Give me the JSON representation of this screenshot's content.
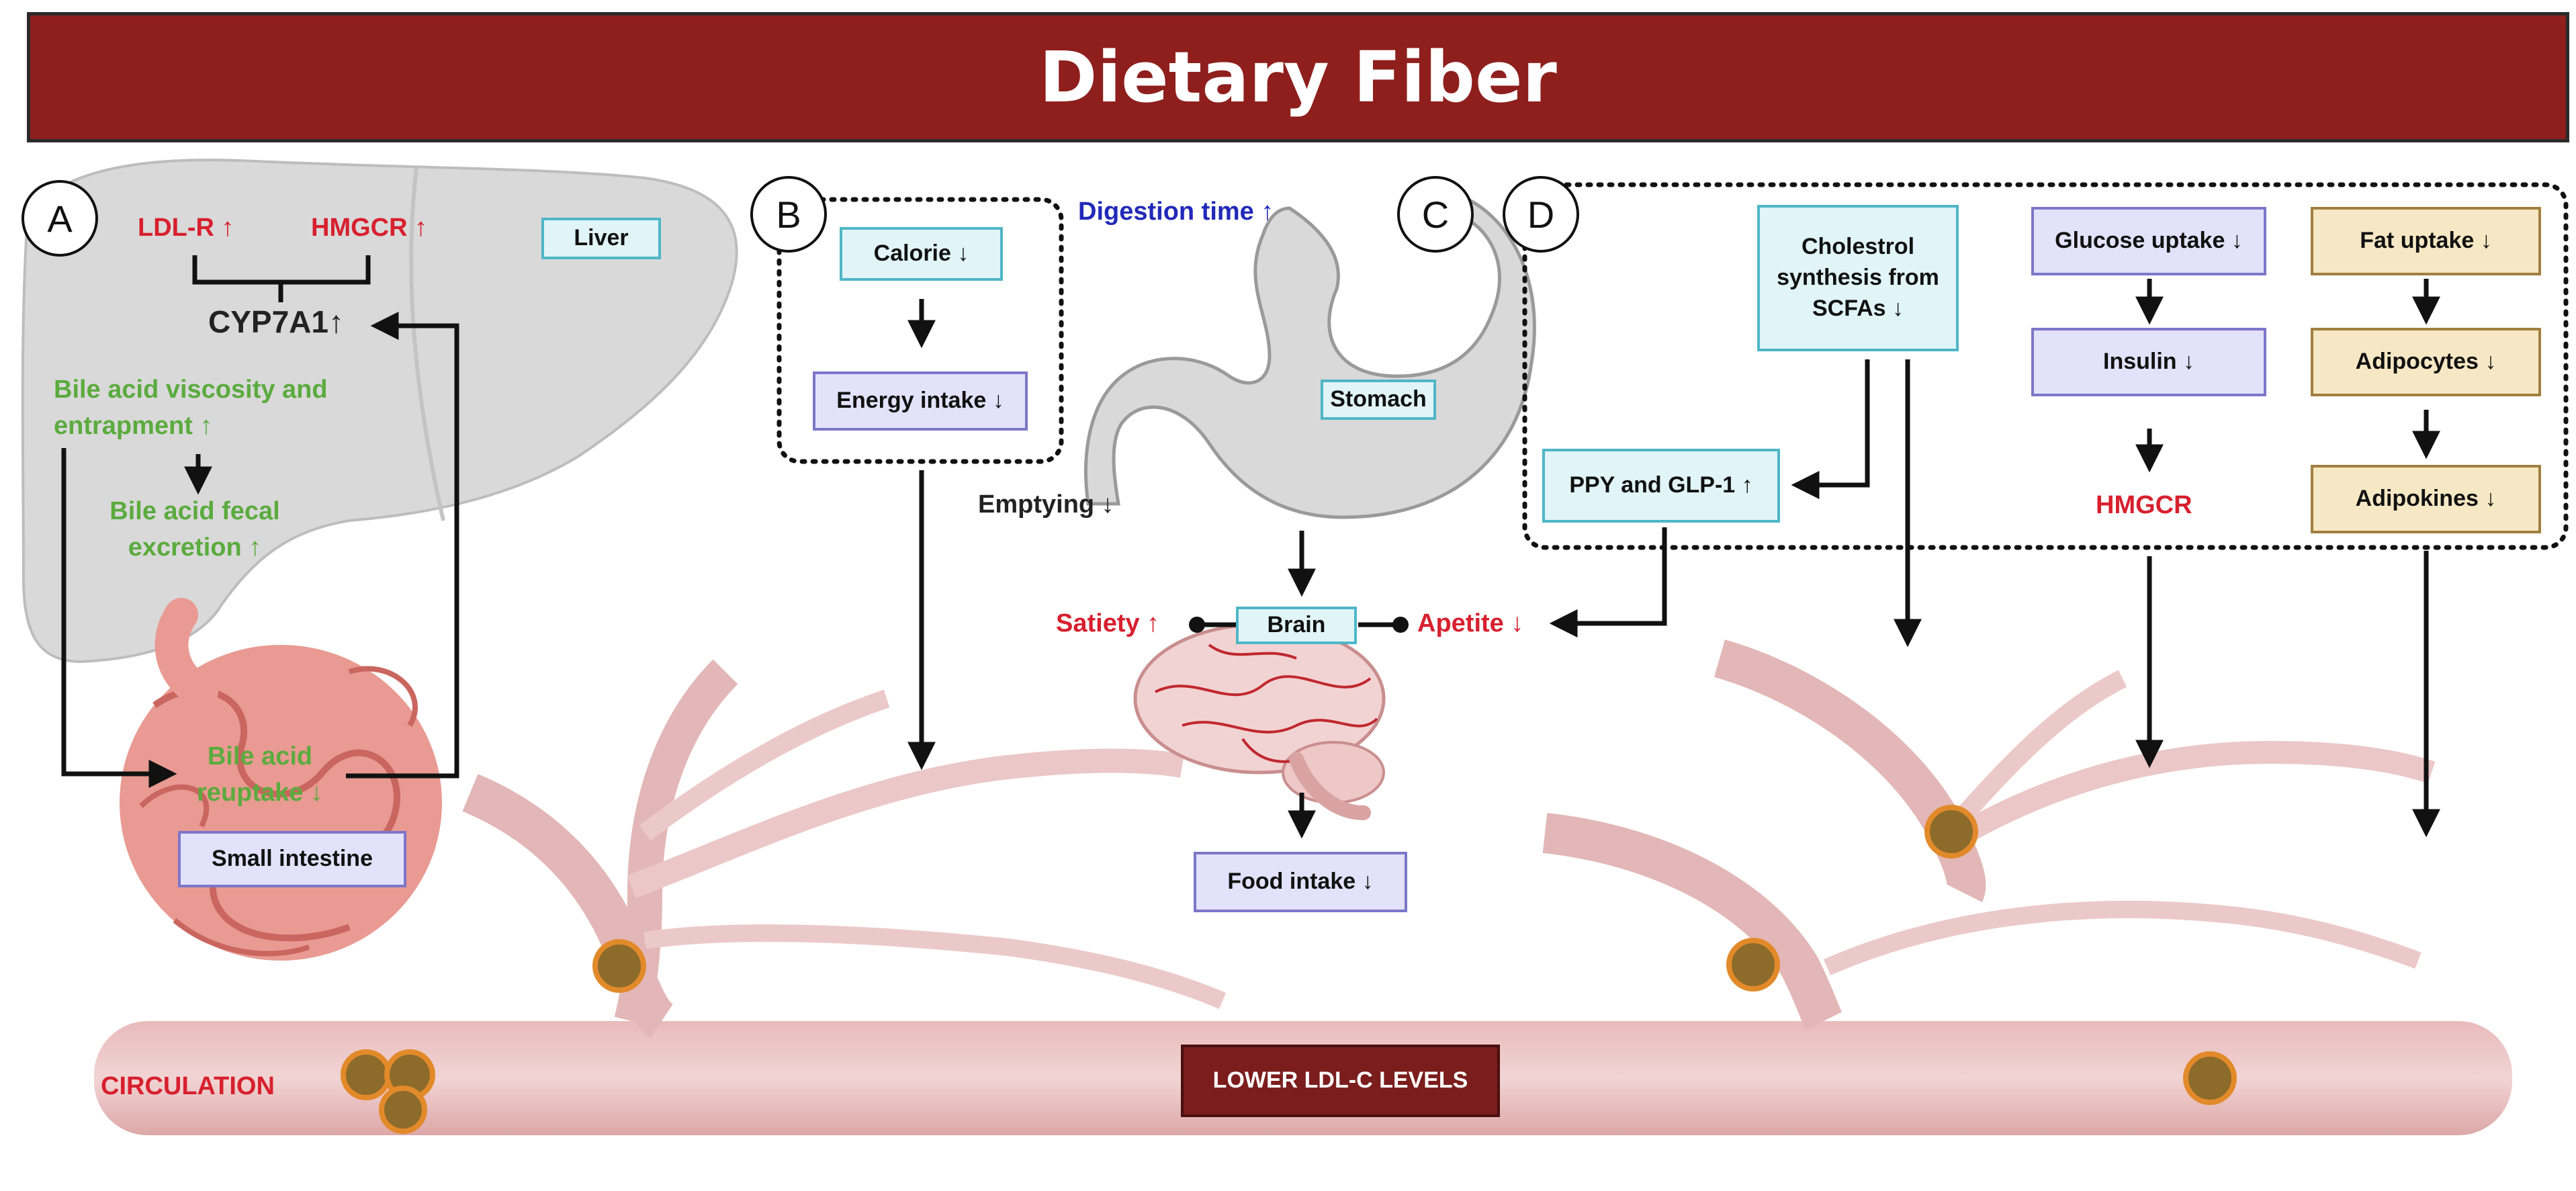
{
  "title": "Dietary Fiber",
  "panels": {
    "a": "A",
    "b": "B",
    "c": "C",
    "d": "D"
  },
  "liver": {
    "label": "Liver",
    "ldlr": "LDL-R ↑",
    "hmgcr": "HMGCR ↑",
    "cyp7a1": "CYP7A1↑",
    "viscosity": "Bile acid viscosity and entrapment ↑",
    "fecal": "Bile acid fecal excretion ↑",
    "reuptake": "Bile acid reuptake ↓",
    "small_intestine": "Small intestine"
  },
  "energy": {
    "calorie": "Calorie ↓",
    "energy_intake": "Energy intake ↓"
  },
  "stomach": {
    "digestion_time": "Digestion time ↑",
    "label": "Stomach",
    "emptying": "Emptying ↓",
    "brain": "Brain",
    "satiety": "Satiety ↑",
    "apetite": "Apetite ↓",
    "food_intake": "Food intake ↓"
  },
  "metabolic": {
    "cholesterol": "Cholestrol synthesis from SCFAs ↓",
    "ppy": "PPY and GLP-1 ↑",
    "glucose_uptake": "Glucose uptake ↓",
    "insulin": "Insulin ↓",
    "hmgcr": "HMGCR",
    "fat_uptake": "Fat uptake ↓",
    "adipocytes": "Adipocytes ↓",
    "adipokines": "Adipokines ↓"
  },
  "circulation": {
    "label": "CIRCULATION",
    "result": "LOWER LDL-C LEVELS"
  },
  "colors": {
    "banner": "#8e1f1d",
    "red_text": "#d7202e",
    "green_text": "#5bab3e",
    "blue_text": "#2229b8",
    "cyan_box": "#e1f5f8",
    "lavender_box": "#e3e2fb",
    "tan_box": "#f6e8c4",
    "vessel": "#e9c3c3",
    "organ_gray": "#d9d9d9",
    "intestine": "#e99a92"
  }
}
